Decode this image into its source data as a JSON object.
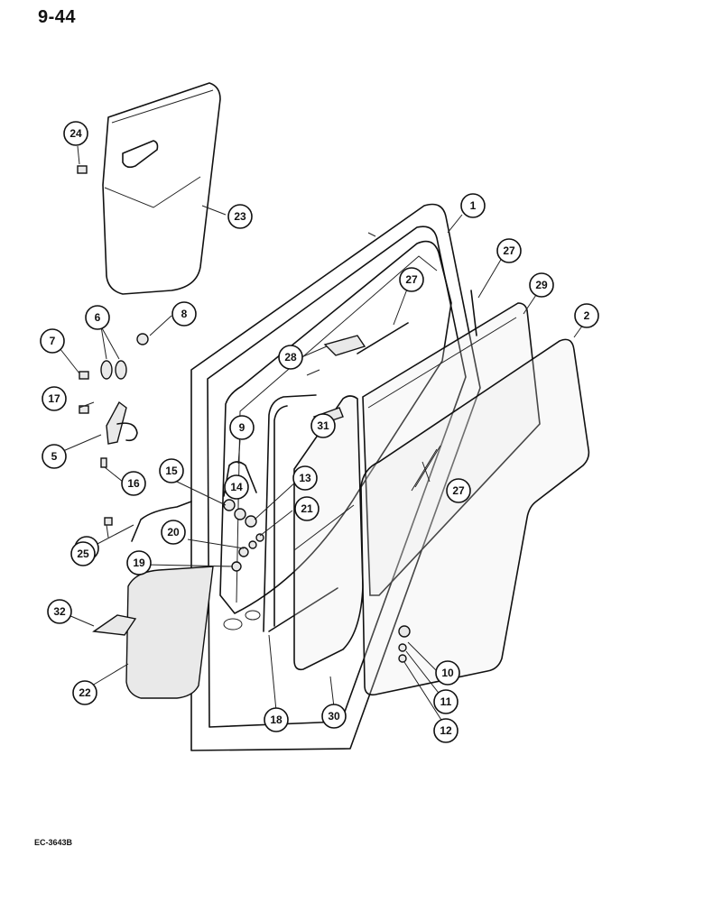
{
  "header": {
    "page_number": "9-44"
  },
  "footer": {
    "figure_code": "EC-3643B"
  },
  "callouts": [
    "24",
    "23",
    "1",
    "27",
    "27",
    "29",
    "2",
    "6",
    "8",
    "7",
    "28",
    "17",
    "5",
    "16",
    "9",
    "31",
    "15",
    "14",
    "13",
    "21",
    "27",
    "26",
    "20",
    "25",
    "19",
    "32",
    "22",
    "18",
    "30",
    "10",
    "11",
    "12"
  ]
}
